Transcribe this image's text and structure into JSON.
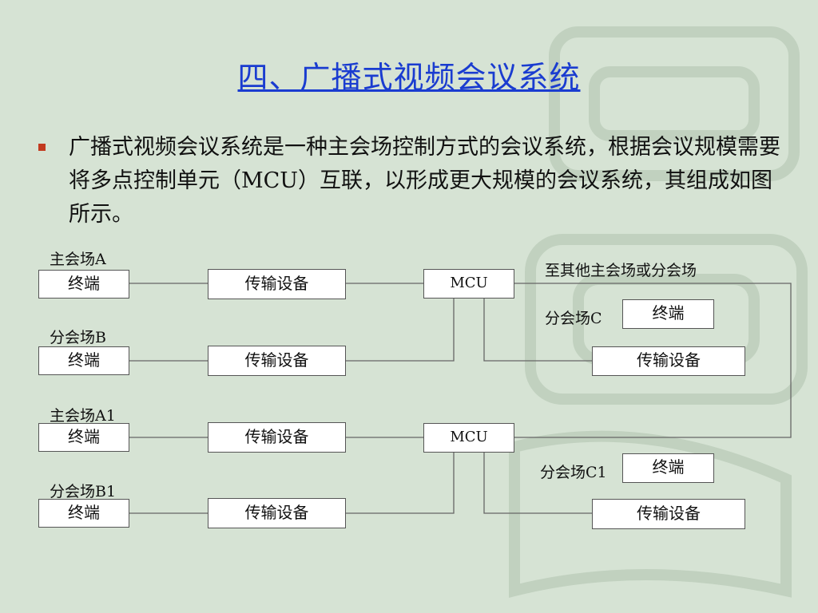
{
  "slide": {
    "title": "四、广播式视频会议系统",
    "bullet": "广播式视频会议系统是一种主会场控制方式的会议系统，根据会议规模需要将多点控制单元（MCU）互联，以形成更大规模的会议系统，其组成如图所示。"
  },
  "diagram": {
    "labels": {
      "main_a": "主会场A",
      "branch_b": "分会场B",
      "main_a1": "主会场A1",
      "branch_b1": "分会场B1",
      "branch_c": "分会场C",
      "branch_c1": "分会场C1",
      "to_others": "至其他主会场或分会场"
    },
    "terminal": "终端",
    "transmission": "传输设备",
    "mcu": "MCU"
  },
  "colors": {
    "title": "#1a3cd0",
    "bullet": "#c23a1f",
    "background": "#d6e3d4",
    "line": "#666666"
  }
}
